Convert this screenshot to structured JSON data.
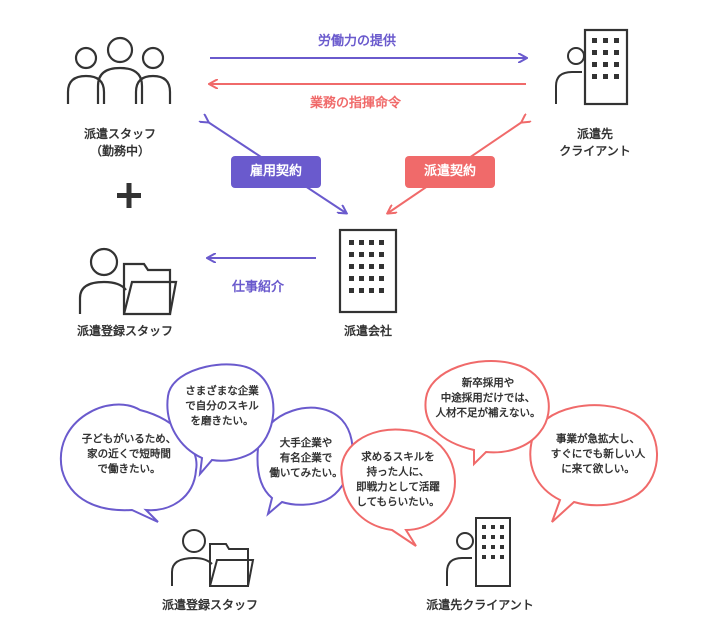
{
  "colors": {
    "purple": "#6a5acd",
    "red": "#f06a6a",
    "dark": "#333333"
  },
  "top": {
    "arrow_top_label": "労働力の提供",
    "arrow_bottom_label": "業務の指揮命令",
    "staff_label": "派遣スタッフ",
    "staff_sub": "（勤務中）",
    "client_label_1": "派遣先",
    "client_label_2": "クライアント",
    "plus": "+",
    "employment_badge": "雇用契約",
    "dispatch_badge": "派遣契約",
    "job_intro_label": "仕事紹介",
    "registered_label": "派遣登録スタッフ",
    "agency_label": "派遣会社"
  },
  "bottom": {
    "staff_bubbles": [
      [
        "子どもがいるため、",
        "家の近くで短時間",
        "で働きたい。"
      ],
      [
        "さまざまな企業",
        "で自分のスキル",
        "を磨きたい。"
      ],
      [
        "大手企業や",
        "有名企業で",
        "働いてみたい。"
      ]
    ],
    "client_bubbles": [
      [
        "新卒採用や",
        "中途採用だけでは、",
        "人材不足が補えない。"
      ],
      [
        "求めるスキルを",
        "持った人に、",
        "即戦力として活躍",
        "してもらいたい。"
      ],
      [
        "事業が急拡大し、",
        "すぐにでも新しい人",
        "に来て欲しい。"
      ]
    ],
    "staff_label": "派遣登録スタッフ",
    "client_label": "派遣先クライアント"
  },
  "icons": [
    "people-group-icon",
    "building-icon",
    "person-folder-icon",
    "agency-building-icon"
  ]
}
